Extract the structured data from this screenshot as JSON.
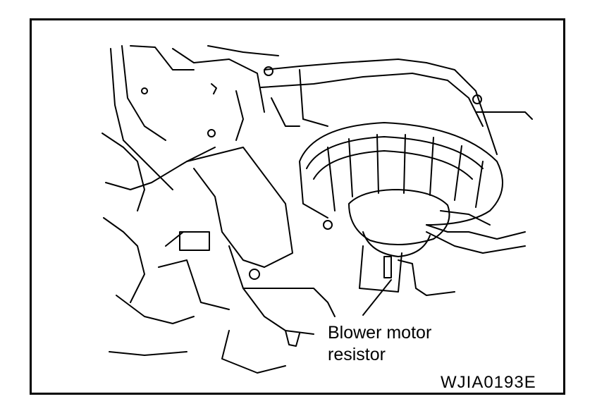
{
  "figure": {
    "callout_line1": "Blower motor",
    "callout_line2": "resistor",
    "code": "WJIA0193E"
  },
  "colors": {
    "ink": "#000000",
    "paper": "#ffffff"
  }
}
